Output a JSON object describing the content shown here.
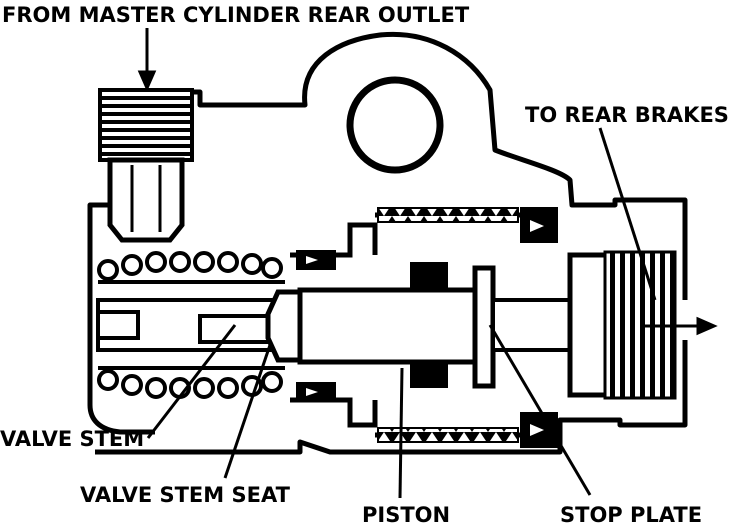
{
  "labels": {
    "inlet": "FROM MASTER CYLINDER REAR OUTLET",
    "outlet": "TO REAR BRAKES",
    "valve_stem": "VALVE STEM",
    "valve_stem_seat": "VALVE STEM SEAT",
    "piston": "PISTON",
    "stop_plate": "STOP PLATE"
  },
  "colors": {
    "ink": "#000000",
    "paper": "#ffffff"
  }
}
